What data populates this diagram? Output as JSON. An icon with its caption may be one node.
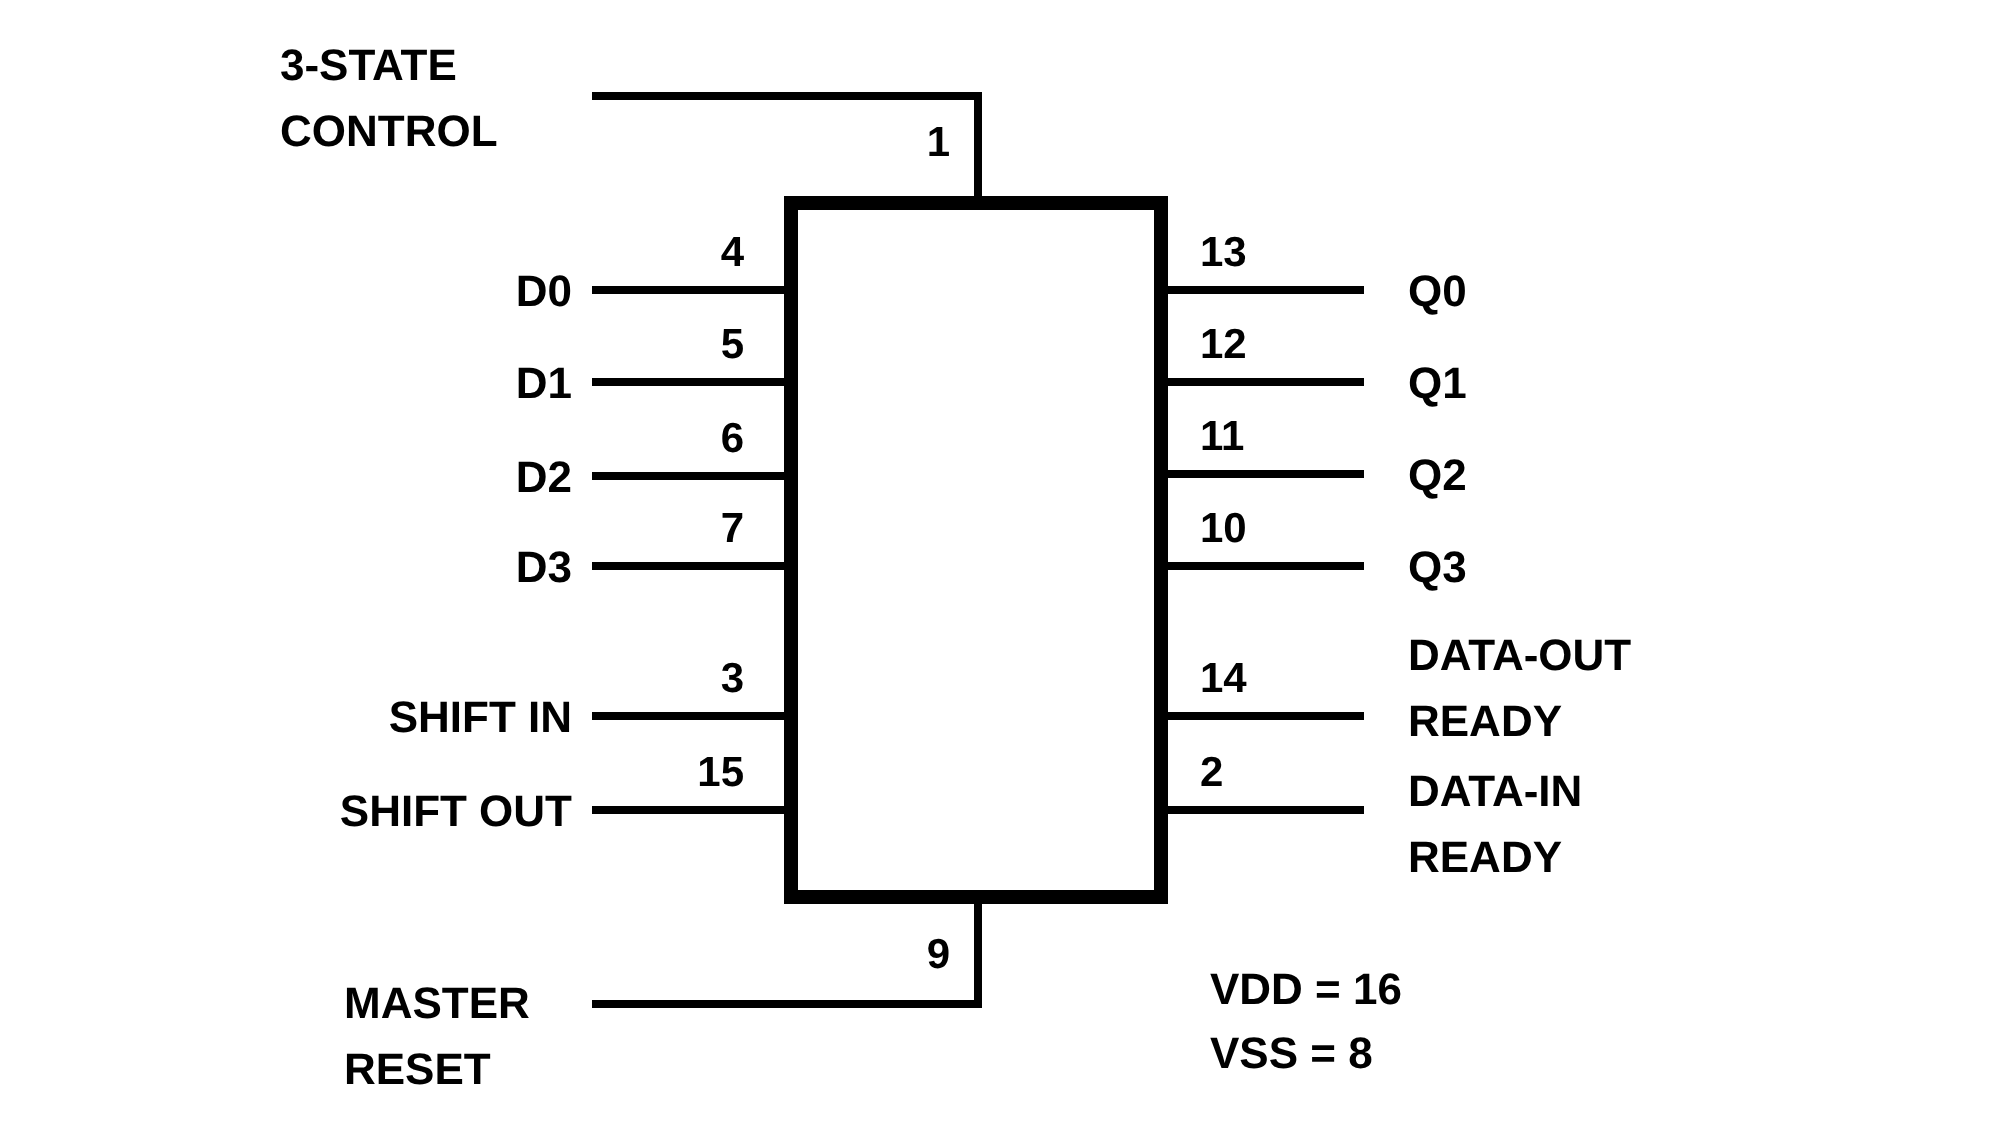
{
  "diagram": {
    "nodes": [
      {
        "text": [],
        "shape": "box"
      },
      {
        "text": [
          "3-STATE CONTROL"
        ]
      },
      {
        "text": [
          "D0"
        ]
      },
      {
        "text": [
          "D1"
        ]
      },
      {
        "text": [
          "D2"
        ]
      },
      {
        "text": [
          "D3"
        ]
      },
      {
        "text": [
          "SHIFT IN"
        ]
      },
      {
        "text": [
          "SHIFT OUT"
        ]
      },
      {
        "text": [
          "MASTER RESET"
        ]
      },
      {
        "text": [
          "Q0"
        ]
      },
      {
        "text": [
          "Q1"
        ]
      },
      {
        "text": [
          "Q2"
        ]
      },
      {
        "text": [
          "Q3"
        ]
      },
      {
        "text": [
          "DATA-OUT READY"
        ]
      },
      {
        "text": [
          "DATA-IN READY"
        ]
      }
    ],
    "edges": [
      {
        "from": 1,
        "to": 0,
        "arrow": "none",
        "label": "1"
      },
      {
        "from": 2,
        "to": 0,
        "arrow": "none",
        "label": "4"
      },
      {
        "from": 3,
        "to": 0,
        "arrow": "none",
        "label": "5"
      },
      {
        "from": 4,
        "to": 0,
        "arrow": "none",
        "label": "6"
      },
      {
        "from": 5,
        "to": 0,
        "arrow": "none",
        "label": "7"
      },
      {
        "from": 6,
        "to": 0,
        "arrow": "none",
        "label": "3"
      },
      {
        "from": 7,
        "to": 0,
        "arrow": "none",
        "label": "15"
      },
      {
        "from": 8,
        "to": 0,
        "arrow": "none",
        "label": "9"
      },
      {
        "from": 9,
        "to": 0,
        "arrow": "none",
        "label": "13"
      },
      {
        "from": 10,
        "to": 0,
        "arrow": "none",
        "label": "12"
      },
      {
        "from": 11,
        "to": 0,
        "arrow": "none",
        "label": "11"
      },
      {
        "from": 12,
        "to": 0,
        "arrow": "none",
        "label": "10"
      },
      {
        "from": 13,
        "to": 0,
        "arrow": "none",
        "label": "14"
      },
      {
        "from": 14,
        "to": 0,
        "arrow": "none",
        "label": "2"
      }
    ],
    "labels": [
      "VDD = 16",
      "VSS = 8"
    ]
  }
}
